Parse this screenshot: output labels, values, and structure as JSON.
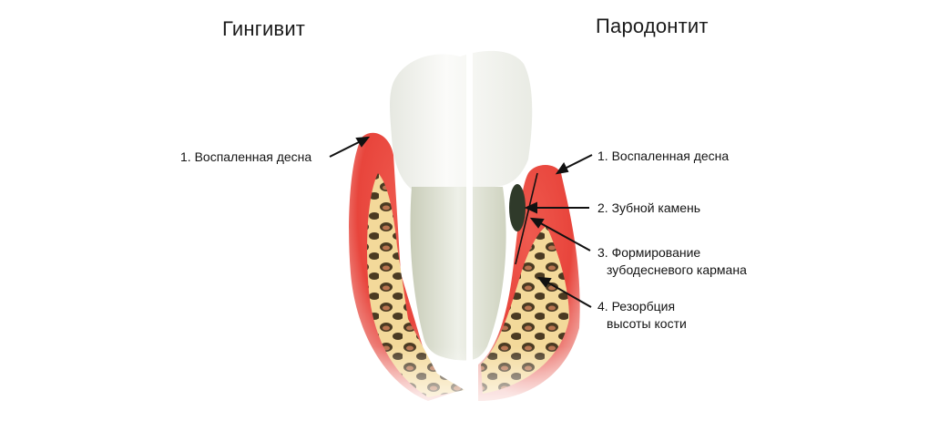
{
  "titles": {
    "left": "Гингивит",
    "right": "Пародонтит"
  },
  "left_labels": [
    {
      "text": "1. Воспаленная десна"
    }
  ],
  "right_labels": [
    {
      "line1": "1. Воспаленная десна"
    },
    {
      "line1": "2. Зубной камень"
    },
    {
      "line1": "3. Формирование",
      "line2": "зубодесневого кармана"
    },
    {
      "line1": "4. Резорбция",
      "line2": "высоты кости"
    }
  ],
  "colors": {
    "gum": "#e8453c",
    "gum_light": "#f2b5b0",
    "bone": "#f3d99a",
    "bone_pore": "#4a3a22",
    "tooth": "#f4f5f1",
    "root": "#dfe2d4",
    "calculus": "#2f3a2a",
    "arrow": "#111111"
  }
}
